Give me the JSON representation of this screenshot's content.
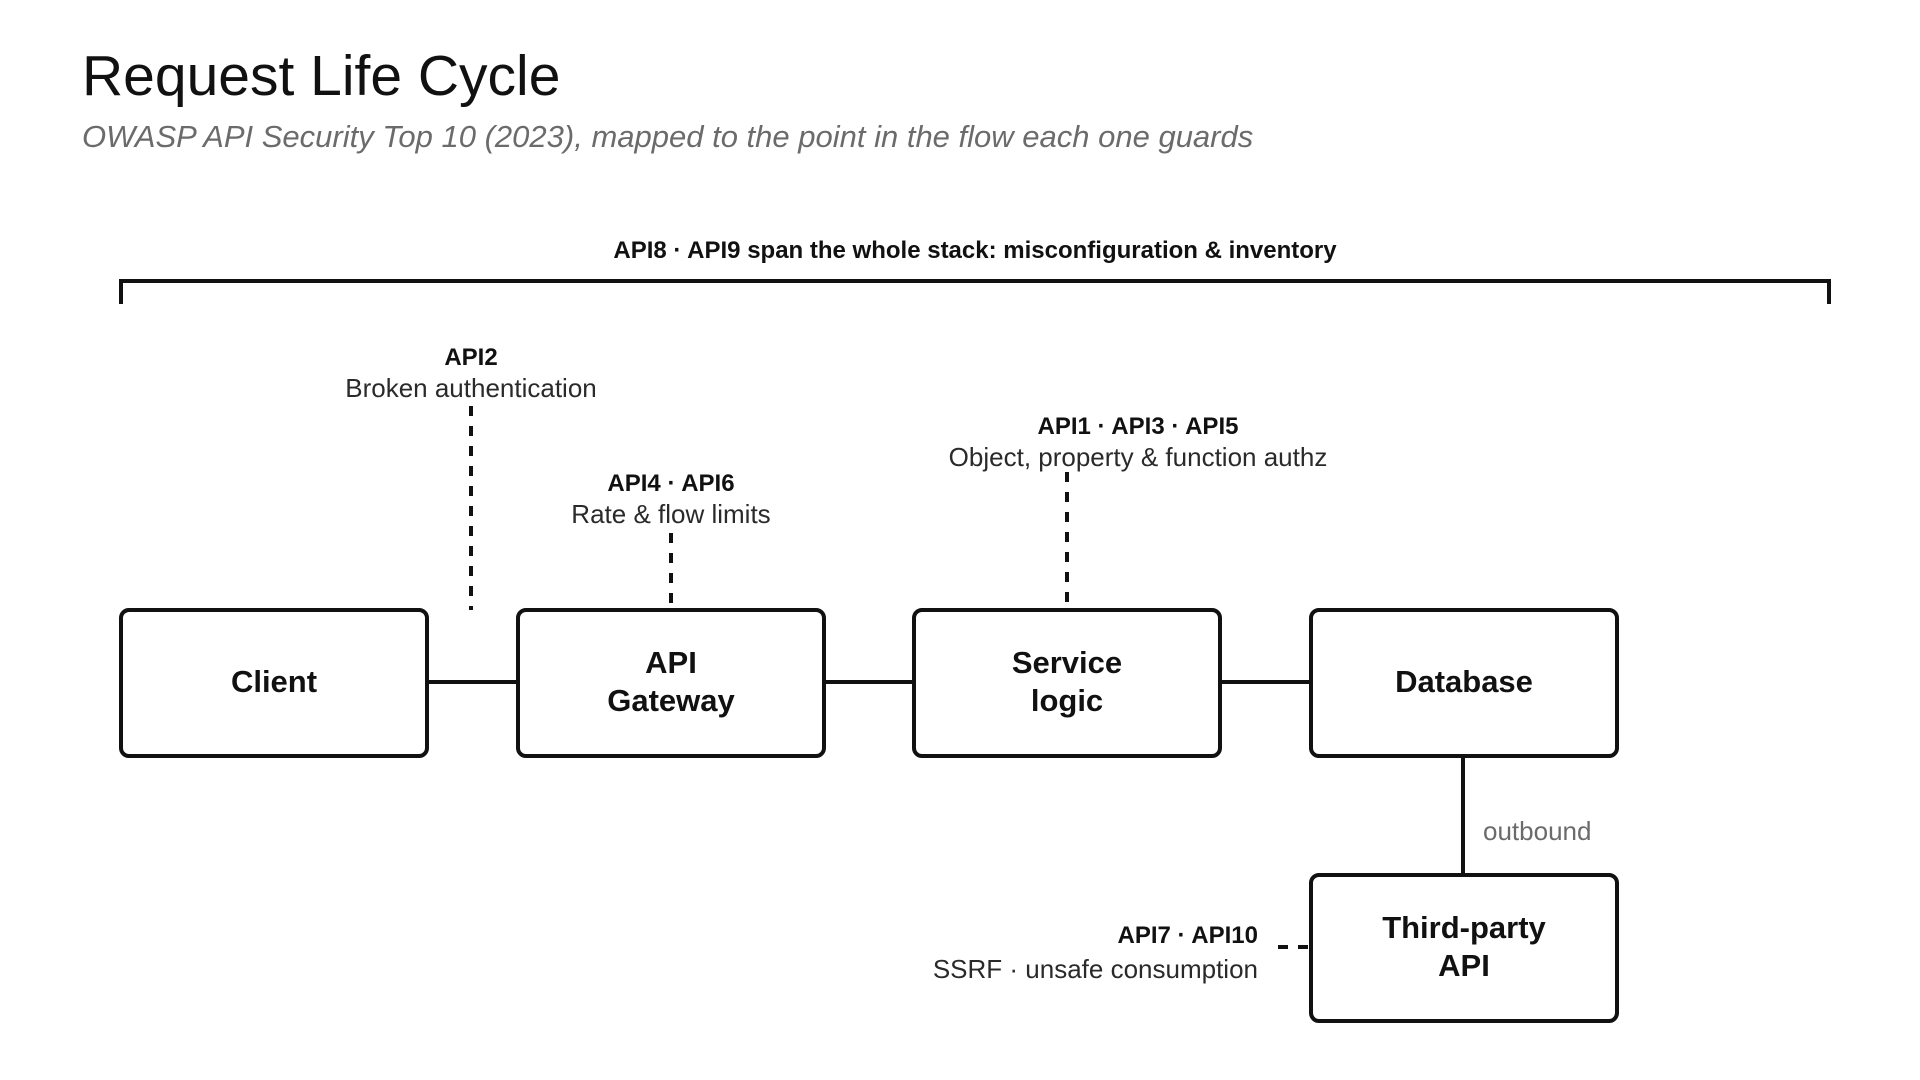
{
  "title": "Request Life Cycle",
  "subtitle": "OWASP API Security Top 10 (2023), mapped to the point in the flow each one guards",
  "bracket": {
    "label": "API8 · API9 span the whole stack: misconfiguration & inventory"
  },
  "nodes": {
    "client": {
      "lines": [
        "Client"
      ]
    },
    "gateway": {
      "lines": [
        "API",
        "Gateway"
      ]
    },
    "service": {
      "lines": [
        "Service",
        "logic"
      ]
    },
    "database": {
      "lines": [
        "Database"
      ]
    },
    "thirdparty": {
      "lines": [
        "Third-party",
        "API"
      ]
    }
  },
  "annotations": {
    "api2": {
      "code": "API2",
      "desc": "Broken authentication"
    },
    "api4": {
      "code": "API4 · API6",
      "desc": "Rate & flow limits"
    },
    "api1": {
      "code": "API1 · API3 · API5",
      "desc": "Object, property & function authz"
    },
    "api7": {
      "code": "API7 · API10",
      "desc": "SSRF · unsafe consumption"
    }
  },
  "edges": {
    "outbound_label": "outbound"
  }
}
